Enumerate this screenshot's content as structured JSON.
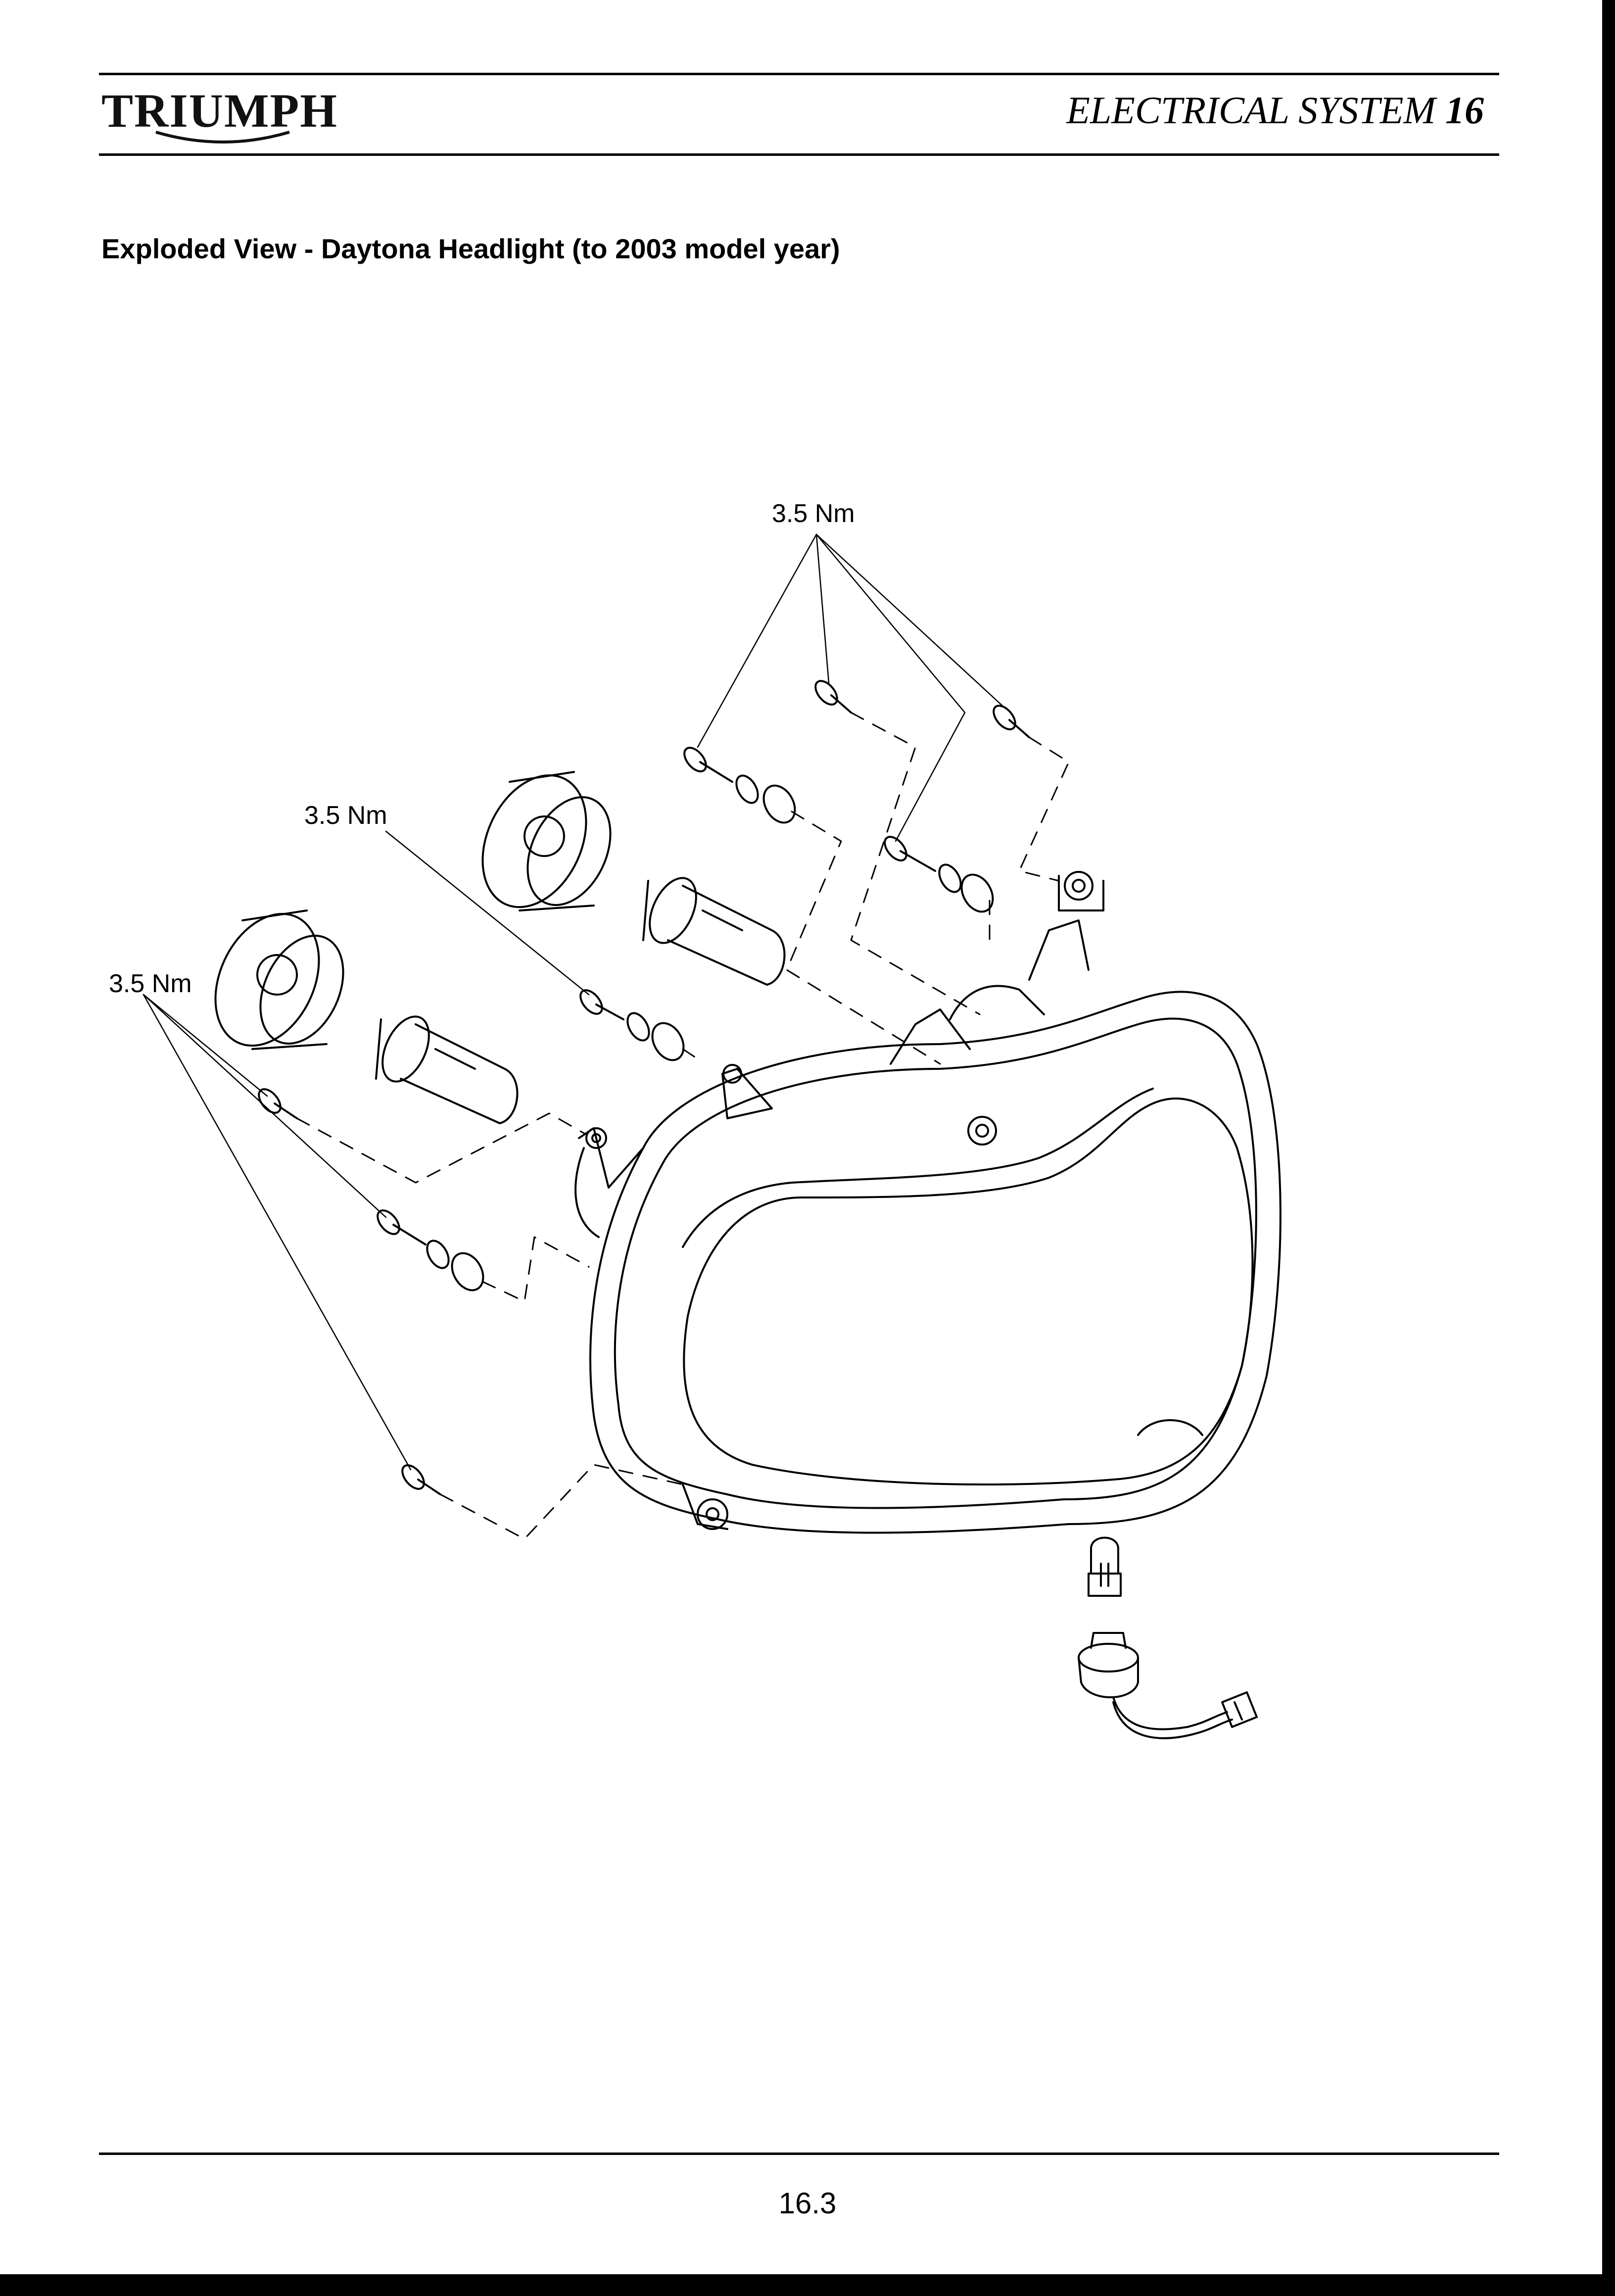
{
  "header": {
    "brand": "TRIUMPH",
    "section_title": "ELECTRICAL SYSTEM",
    "section_number": "16"
  },
  "document": {
    "title": "Exploded View - Daytona Headlight (to 2003 model year)"
  },
  "diagram": {
    "torque_labels": [
      "3.5 Nm",
      "3.5 Nm",
      "3.5 Nm"
    ]
  },
  "footer": {
    "page_number": "16.3"
  }
}
